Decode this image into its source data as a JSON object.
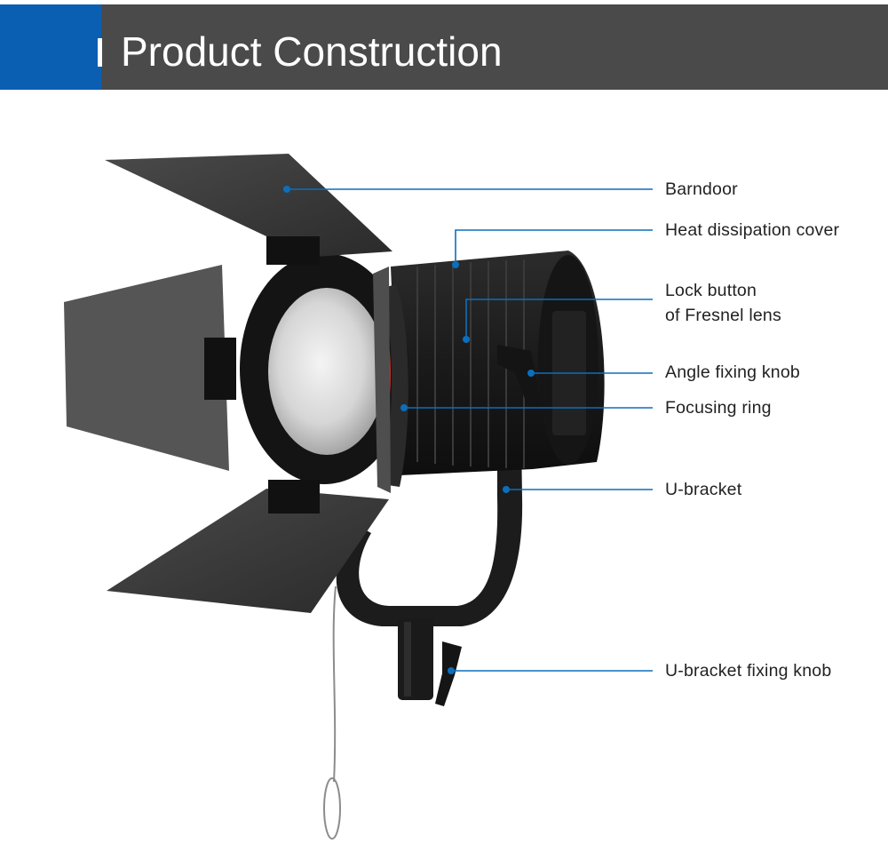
{
  "header": {
    "title": "Product Construction",
    "accent_color": "#0b5fb2",
    "background_color": "#4a4a4a"
  },
  "callout_color": "#0b6fbd",
  "callouts": [
    {
      "key": "barndoor",
      "text": "Barndoor"
    },
    {
      "key": "heat-dissipation-cover",
      "text": "Heat dissipation cover"
    },
    {
      "key": "lock-button",
      "text": "Lock button",
      "text2": "of Fresnel lens"
    },
    {
      "key": "angle-fixing-knob",
      "text": "Angle fixing knob"
    },
    {
      "key": "focusing-ring",
      "text": "Focusing ring"
    },
    {
      "key": "u-bracket",
      "text": "U-bracket"
    },
    {
      "key": "u-bracket-fixing-knob",
      "text": "U-bracket fixing knob"
    }
  ]
}
